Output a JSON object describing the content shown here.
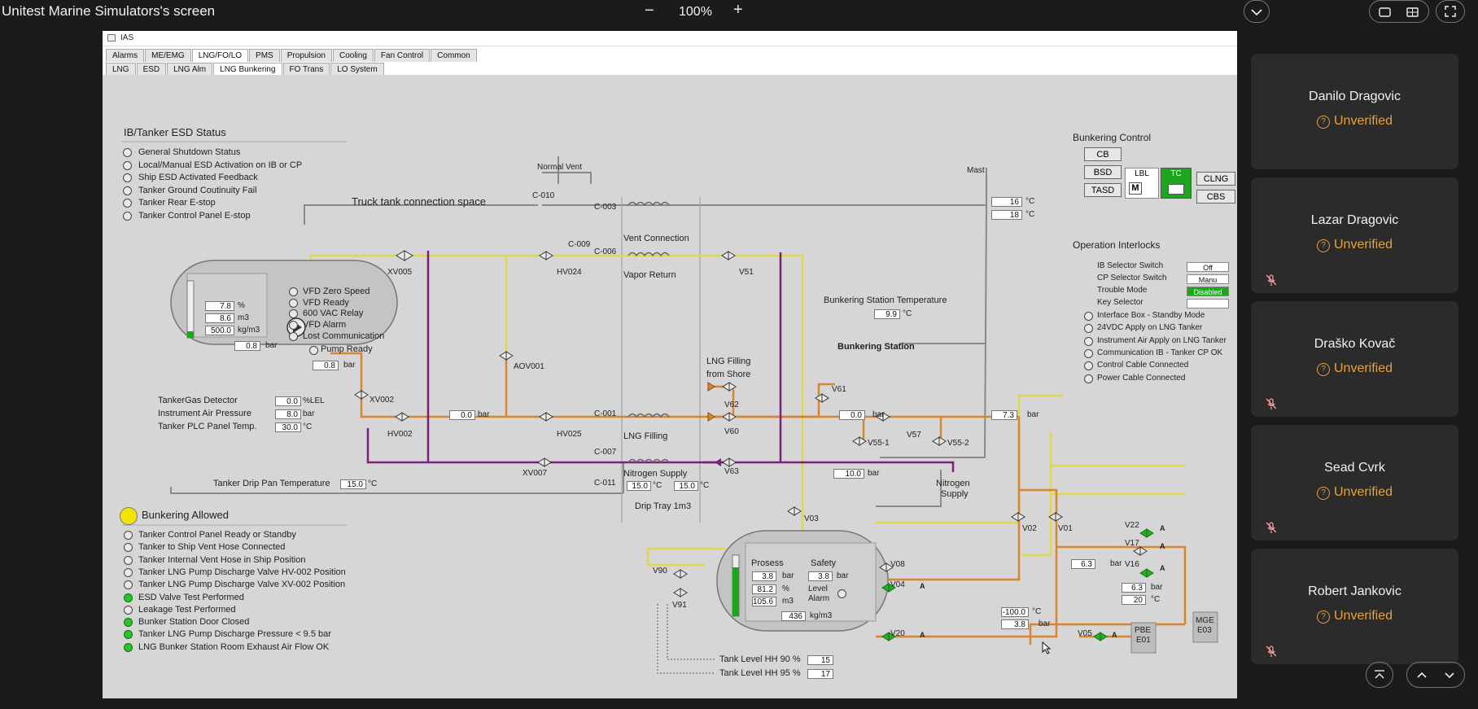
{
  "topbar": {
    "title": "Unitest Marine Simulators's screen",
    "zoom_out": "−",
    "zoom_level": "100%",
    "zoom_in": "+"
  },
  "ias": {
    "window_title": "IAS",
    "tabs_row1": [
      "Alarms",
      "ME/EMG",
      "LNG/FO/LO",
      "PMS",
      "Propulsion",
      "Cooling",
      "Fan Control",
      "Common"
    ],
    "tabs_row2": [
      "LNG",
      "ESD",
      "LNG Alm",
      "LNG Bunkering",
      "FO Trans",
      "LO System"
    ],
    "active_tab_row1": "LNG/FO/LO",
    "active_tab_row2": "LNG Bunkering"
  },
  "esd_status": {
    "title": "IB/Tanker ESD Status",
    "items": [
      "General Shutdown Status",
      "Local/Manual ESD Activation on IB or CP",
      "Ship ESD Activated Feedback",
      "Tanker Ground Coutinuity Fail",
      "Tanker Rear E-stop",
      "Tanker Control Panel E-stop"
    ]
  },
  "truck": {
    "title": "Truck tank connection space",
    "level_pct": "7.8",
    "level_pct_unit": "%",
    "volume": "8.6",
    "volume_unit": "m3",
    "density": "500.0",
    "density_unit": "kg/m3",
    "tank_pressure": "0.8",
    "pressure_unit": "bar",
    "pump_pressure": "0.8",
    "vfd_items": [
      "VFD Zero Speed",
      "VFD Ready",
      "600 VAC Relay",
      "VFD Alarm",
      "Lost Communication"
    ],
    "pump_ready": "Pump Ready"
  },
  "tanker_info": {
    "rows": [
      {
        "label": "TankerGas Detector",
        "value": "0.0",
        "unit": "%LEL"
      },
      {
        "label": "Instrument Air Pressure",
        "value": "8.0",
        "unit": "bar"
      },
      {
        "label": "Tanker PLC Panel Temp.",
        "value": "30.0",
        "unit": "°C"
      }
    ],
    "drip_pan_label": "Tanker Drip Pan Temperature",
    "drip_pan_value": "15.0",
    "drip_pan_unit": "°C"
  },
  "bunkering_allowed": {
    "title": "Bunkering Allowed",
    "items": [
      {
        "label": "Tanker Control Panel Ready or Standby",
        "on": false
      },
      {
        "label": "Tanker to Ship Vent Hose Connected",
        "on": false
      },
      {
        "label": "Tanker Internal Vent Hose in Ship Position",
        "on": false
      },
      {
        "label": "Tanker LNG Pump Discharge Valve HV-002 Position",
        "on": false
      },
      {
        "label": "Tanker LNG Pump Discharge Valve XV-002 Position",
        "on": false
      },
      {
        "label": "ESD Valve Test Performed",
        "on": true
      },
      {
        "label": "Leakage Test Performed",
        "on": false
      },
      {
        "label": "Bunker Station Door Closed",
        "on": true
      },
      {
        "label": "Tanker LNG Pump Discharge Pressure < 9.5 bar",
        "on": true
      },
      {
        "label": "LNG Bunker Station Room Exhaust Air Flow OK",
        "on": true
      }
    ]
  },
  "diagram": {
    "normal_vent": "Normal Vent",
    "mast": "Mast",
    "c010": "C-010",
    "c003": "C-003",
    "c009": "C-009",
    "c006": "C-006",
    "c001": "C-001",
    "c007": "C-007",
    "c011": "C-011",
    "vent_connection": "Vent Connection",
    "vapor_return": "Vapor Return",
    "lng_filling": "LNG Filling",
    "nitrogen_supply": "Nitrogen Supply",
    "drip_tray": "Drip Tray 1m3",
    "drip_t1": "15.0",
    "drip_t2": "15.0",
    "lng_from_shore_1": "LNG Filling",
    "lng_from_shore_2": "from Shore",
    "xv005": "XV005",
    "hv024": "HV024",
    "v51": "V51",
    "aov001": "AOV001",
    "xv002": "XV002",
    "hv002": "HV002",
    "hv025": "HV025",
    "xv007": "XV007",
    "v62": "V62",
    "v60": "V60",
    "v63": "V63",
    "v61": "V61",
    "v57": "V57",
    "v551": "V55-1",
    "v552": "V55-2",
    "v03": "V03",
    "v02": "V02",
    "v01": "V01",
    "v22": "V22",
    "v17": "V17",
    "v16": "V16",
    "v90": "V90",
    "v91": "V91",
    "v08": "V08",
    "v04": "V04",
    "v20": "V20",
    "v05": "V05",
    "a": "A",
    "aov_pressure": "0.0",
    "v61_pressure": "0.0",
    "v57_pressure": "7.3",
    "n2_pressure": "10.0",
    "nitrogen_supply_1": "Nitrogen",
    "nitrogen_supply_2": "Supply",
    "mast_t1": "16",
    "mast_t2": "18",
    "bunk_station_temp_label": "Bunkering Station Temperature",
    "bunk_station_temp": "9.9",
    "bunkering_station": "Bunkering Station",
    "tank_process": "Prosess",
    "tank_safety": "Safety",
    "tank_p_process": "3.8",
    "tank_p_safety": "3.8",
    "tank_level_pct": "81.2",
    "tank_volume": "105.6",
    "tank_density": "436",
    "level_alarm_1": "Level",
    "level_alarm_2": "Alarm",
    "v16_pressure": "6.3",
    "v16_temp": "20",
    "v17_pressure": "6.3",
    "v20_temp": "-100.0",
    "v20_pressure": "3.8",
    "pbe": "PBE",
    "pbe2": "E01",
    "mge": "MGE",
    "mge2": "E03",
    "hh90_label": "Tank Level HH 90 %",
    "hh90": "15",
    "hh95_label": "Tank Level HH 95 %",
    "hh95": "17",
    "bar": "bar",
    "degc": "°C",
    "pct": "%",
    "m3": "m3",
    "kgm3": "kg/m3"
  },
  "bunkering_control": {
    "title": "Bunkering Control",
    "cb": "CB",
    "bsd": "BSD",
    "tasd": "TASD",
    "lbl": "LBL",
    "m": "M",
    "tc": "TC",
    "clng": "CLNG",
    "cbs": "CBS"
  },
  "interlocks": {
    "title": "Operation Interlocks",
    "selectors": [
      {
        "label": "IB Selector Switch",
        "value": "Off"
      },
      {
        "label": "CP Selector Switch",
        "value": "Manu"
      },
      {
        "label": "Trouble Mode",
        "value": "Disabled"
      },
      {
        "label": "Key Selector",
        "value": ""
      }
    ],
    "items": [
      "Interface Box - Standby Mode",
      "24VDC Apply on LNG Tanker",
      "Instrument Air Apply on LNG Tanker",
      "Communication IB - Tanker CP OK",
      "Control Cable Connected",
      "Power Cable Connected"
    ]
  },
  "participants": [
    {
      "name": "Danilo Dragovic",
      "status": "Unverified",
      "muted": false
    },
    {
      "name": "Lazar Dragovic",
      "status": "Unverified",
      "muted": true
    },
    {
      "name": "Draško Kovač",
      "status": "Unverified",
      "muted": true
    },
    {
      "name": "Sead Cvrk",
      "status": "Unverified",
      "muted": true
    },
    {
      "name": "Robert Jankovic",
      "status": "Unverified",
      "muted": true
    }
  ],
  "colors": {
    "lng_orange": "#d7852e",
    "vapor_yellow": "#e0d84a",
    "nitrogen_purple": "#7a1f7a",
    "valve_green": "#21b021",
    "unverified_orange": "#e8a235"
  }
}
